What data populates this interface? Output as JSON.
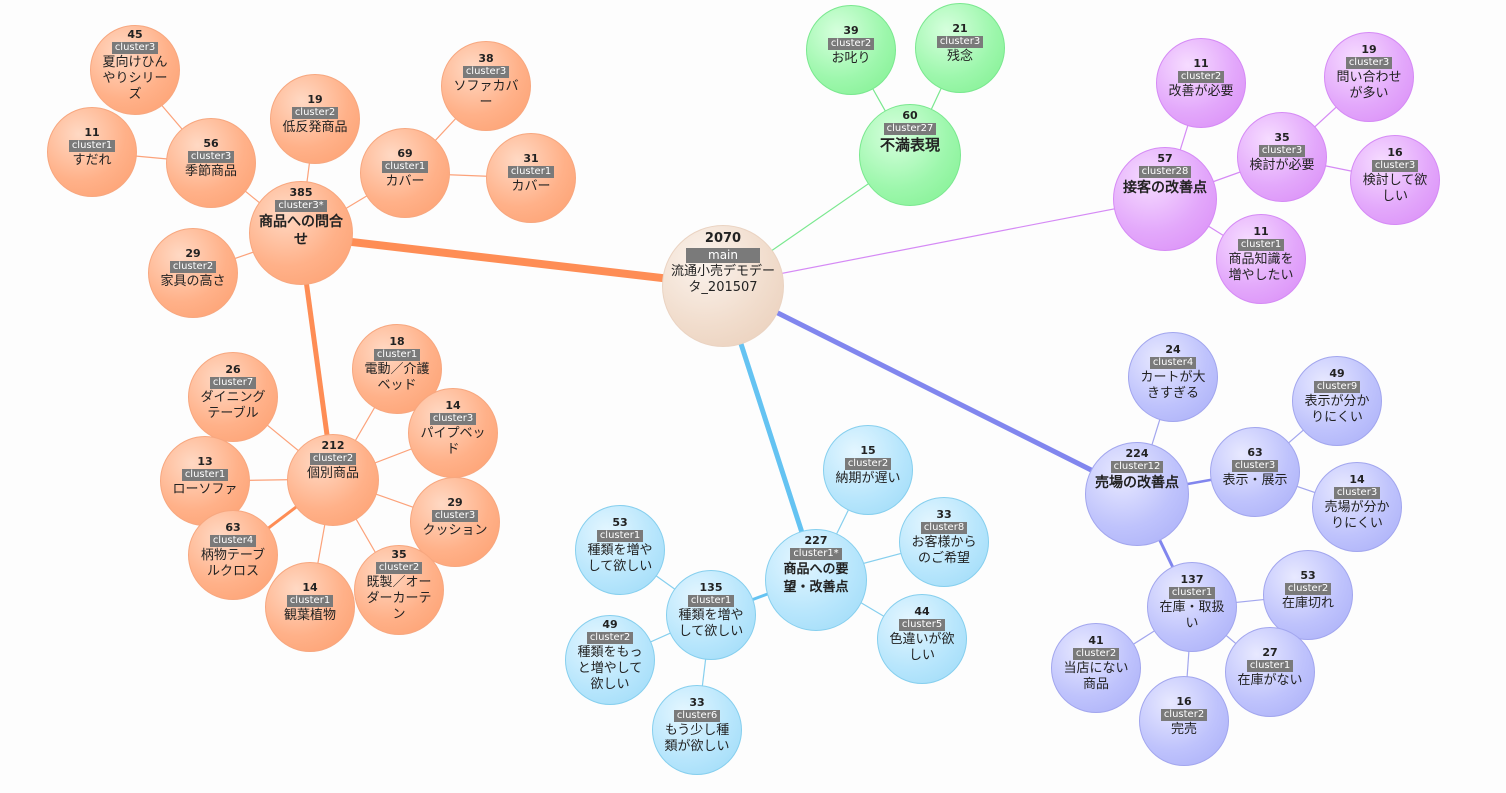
{
  "root": {
    "count": "2070",
    "tag": "main",
    "label": "流通小売デモデータ_201507"
  },
  "groups": {
    "orange": {
      "hubs": [
        {
          "count": "385",
          "tag": "cluster3*",
          "label": "商品への問合せ"
        },
        {
          "count": "212",
          "tag": "cluster2",
          "label": "個別商品"
        }
      ],
      "leaves": [
        {
          "count": "45",
          "tag": "cluster3",
          "label": "夏向けひんやりシリーズ"
        },
        {
          "count": "11",
          "tag": "cluster1",
          "label": "すだれ"
        },
        {
          "count": "56",
          "tag": "cluster3",
          "label": "季節商品"
        },
        {
          "count": "19",
          "tag": "cluster2",
          "label": "低反発商品"
        },
        {
          "count": "38",
          "tag": "cluster3",
          "label": "ソファカバー"
        },
        {
          "count": "69",
          "tag": "cluster1",
          "label": "カバー"
        },
        {
          "count": "31",
          "tag": "cluster1",
          "label": "カバー"
        },
        {
          "count": "29",
          "tag": "cluster2",
          "label": "家具の高さ"
        },
        {
          "count": "18",
          "tag": "cluster1",
          "label": "電動／介護ベッド"
        },
        {
          "count": "26",
          "tag": "cluster7",
          "label": "ダイニングテーブル"
        },
        {
          "count": "14",
          "tag": "cluster3",
          "label": "パイプベッド"
        },
        {
          "count": "13",
          "tag": "cluster1",
          "label": "ローソファ"
        },
        {
          "count": "29",
          "tag": "cluster3",
          "label": "クッション"
        },
        {
          "count": "63",
          "tag": "cluster4",
          "label": "柄物テーブルクロス"
        },
        {
          "count": "35",
          "tag": "cluster2",
          "label": "既製／オーダーカーテン"
        },
        {
          "count": "14",
          "tag": "cluster1",
          "label": "観葉植物"
        }
      ]
    },
    "green": {
      "hubs": [
        {
          "count": "60",
          "tag": "cluster27",
          "label": "不満表現"
        }
      ],
      "leaves": [
        {
          "count": "39",
          "tag": "cluster2",
          "label": "お叱り"
        },
        {
          "count": "21",
          "tag": "cluster3",
          "label": "残念"
        }
      ]
    },
    "purple": {
      "hubs": [
        {
          "count": "57",
          "tag": "cluster28",
          "label": "接客の改善点"
        }
      ],
      "leaves": [
        {
          "count": "11",
          "tag": "cluster2",
          "label": "改善が必要"
        },
        {
          "count": "19",
          "tag": "cluster3",
          "label": "問い合わせが多い"
        },
        {
          "count": "35",
          "tag": "cluster3",
          "label": "検討が必要"
        },
        {
          "count": "16",
          "tag": "cluster3",
          "label": "検討して欲しい"
        },
        {
          "count": "11",
          "tag": "cluster1",
          "label": "商品知識を増やしたい"
        }
      ]
    },
    "skyblue": {
      "hubs": [
        {
          "count": "227",
          "tag": "cluster1*",
          "label": "商品への要望・改善点"
        },
        {
          "count": "135",
          "tag": "cluster1",
          "label": "種類を増やして欲しい"
        }
      ],
      "leaves": [
        {
          "count": "15",
          "tag": "cluster2",
          "label": "納期が遅い"
        },
        {
          "count": "33",
          "tag": "cluster8",
          "label": "お客様からのご希望"
        },
        {
          "count": "44",
          "tag": "cluster5",
          "label": "色違いが欲しい"
        },
        {
          "count": "53",
          "tag": "cluster1",
          "label": "種類を増やして欲しい"
        },
        {
          "count": "49",
          "tag": "cluster2",
          "label": "種類をもっと増やして欲しい"
        },
        {
          "count": "33",
          "tag": "cluster6",
          "label": "もう少し種類が欲しい"
        }
      ]
    },
    "violet": {
      "hubs": [
        {
          "count": "224",
          "tag": "cluster12",
          "label": "売場の改善点"
        },
        {
          "count": "63",
          "tag": "cluster3",
          "label": "表示・展示"
        },
        {
          "count": "137",
          "tag": "cluster1",
          "label": "在庫・取扱い"
        }
      ],
      "leaves": [
        {
          "count": "24",
          "tag": "cluster4",
          "label": "カートが大きすぎる"
        },
        {
          "count": "49",
          "tag": "cluster9",
          "label": "表示が分かりにくい"
        },
        {
          "count": "14",
          "tag": "cluster3",
          "label": "売場が分かりにくい"
        },
        {
          "count": "53",
          "tag": "cluster2",
          "label": "在庫切れ"
        },
        {
          "count": "41",
          "tag": "cluster2",
          "label": "当店にない商品"
        },
        {
          "count": "27",
          "tag": "cluster1",
          "label": "在庫がない"
        },
        {
          "count": "16",
          "tag": "cluster2",
          "label": "完売"
        }
      ]
    }
  },
  "colors": {
    "orange": "#fe8d55",
    "green": "#7ae88f",
    "purple": "#d58af5",
    "skyblue": "#64c3f2",
    "violet": "#8186ee"
  }
}
